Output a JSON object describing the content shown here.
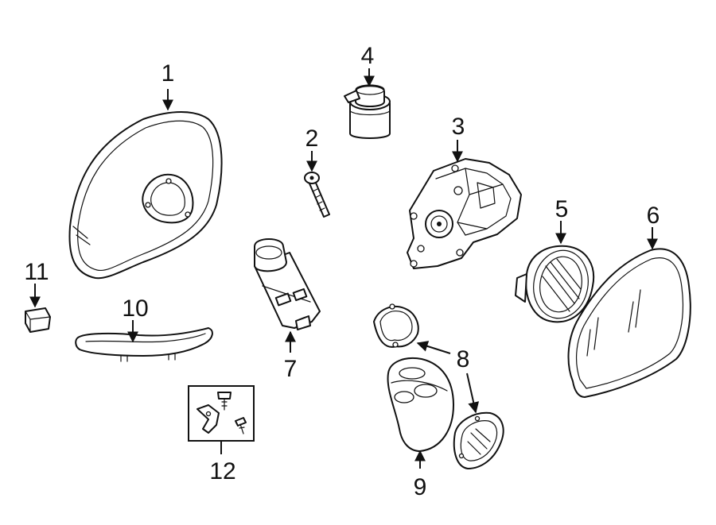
{
  "diagram": {
    "background": "#ffffff",
    "line_color": "#111111",
    "callouts": [
      {
        "id": "c1",
        "label": "1"
      },
      {
        "id": "c2",
        "label": "2"
      },
      {
        "id": "c3",
        "label": "3"
      },
      {
        "id": "c4",
        "label": "4"
      },
      {
        "id": "c5",
        "label": "5"
      },
      {
        "id": "c6",
        "label": "6"
      },
      {
        "id": "c7",
        "label": "7"
      },
      {
        "id": "c8",
        "label": "8"
      },
      {
        "id": "c9",
        "label": "9"
      },
      {
        "id": "c10",
        "label": "10"
      },
      {
        "id": "c11",
        "label": "11"
      },
      {
        "id": "c12",
        "label": "12"
      }
    ]
  }
}
